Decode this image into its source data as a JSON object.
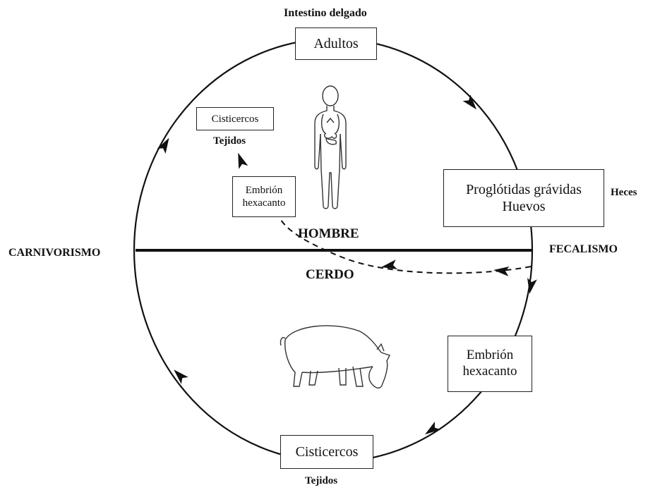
{
  "diagram": {
    "top_location": "Intestino delgado",
    "adults_box": "Adultos",
    "right_box": {
      "line1": "Proglótidas grávidas",
      "line2": "Huevos"
    },
    "heces_label": "Heces",
    "left_label": "CARNIVORISMO",
    "right_label": "FECALISMO",
    "hombre_label": "HOMBRE",
    "cerdo_label": "CERDO",
    "human_cisticercos_box": "Cisticercos",
    "human_tejidos": "Tejidos",
    "human_embrion_box": {
      "line1": "Embrión",
      "line2": "hexacanto"
    },
    "pig_embrion_box": {
      "line1": "Embrión",
      "line2": "hexacanto"
    },
    "bottom_box": "Cisticercos",
    "bottom_tejidos": "Tejidos",
    "icons": [
      "human-figure-icon",
      "pig-icon",
      "arrow-icon"
    ],
    "colors": {
      "line": "#111111",
      "background": "#ffffff"
    }
  }
}
